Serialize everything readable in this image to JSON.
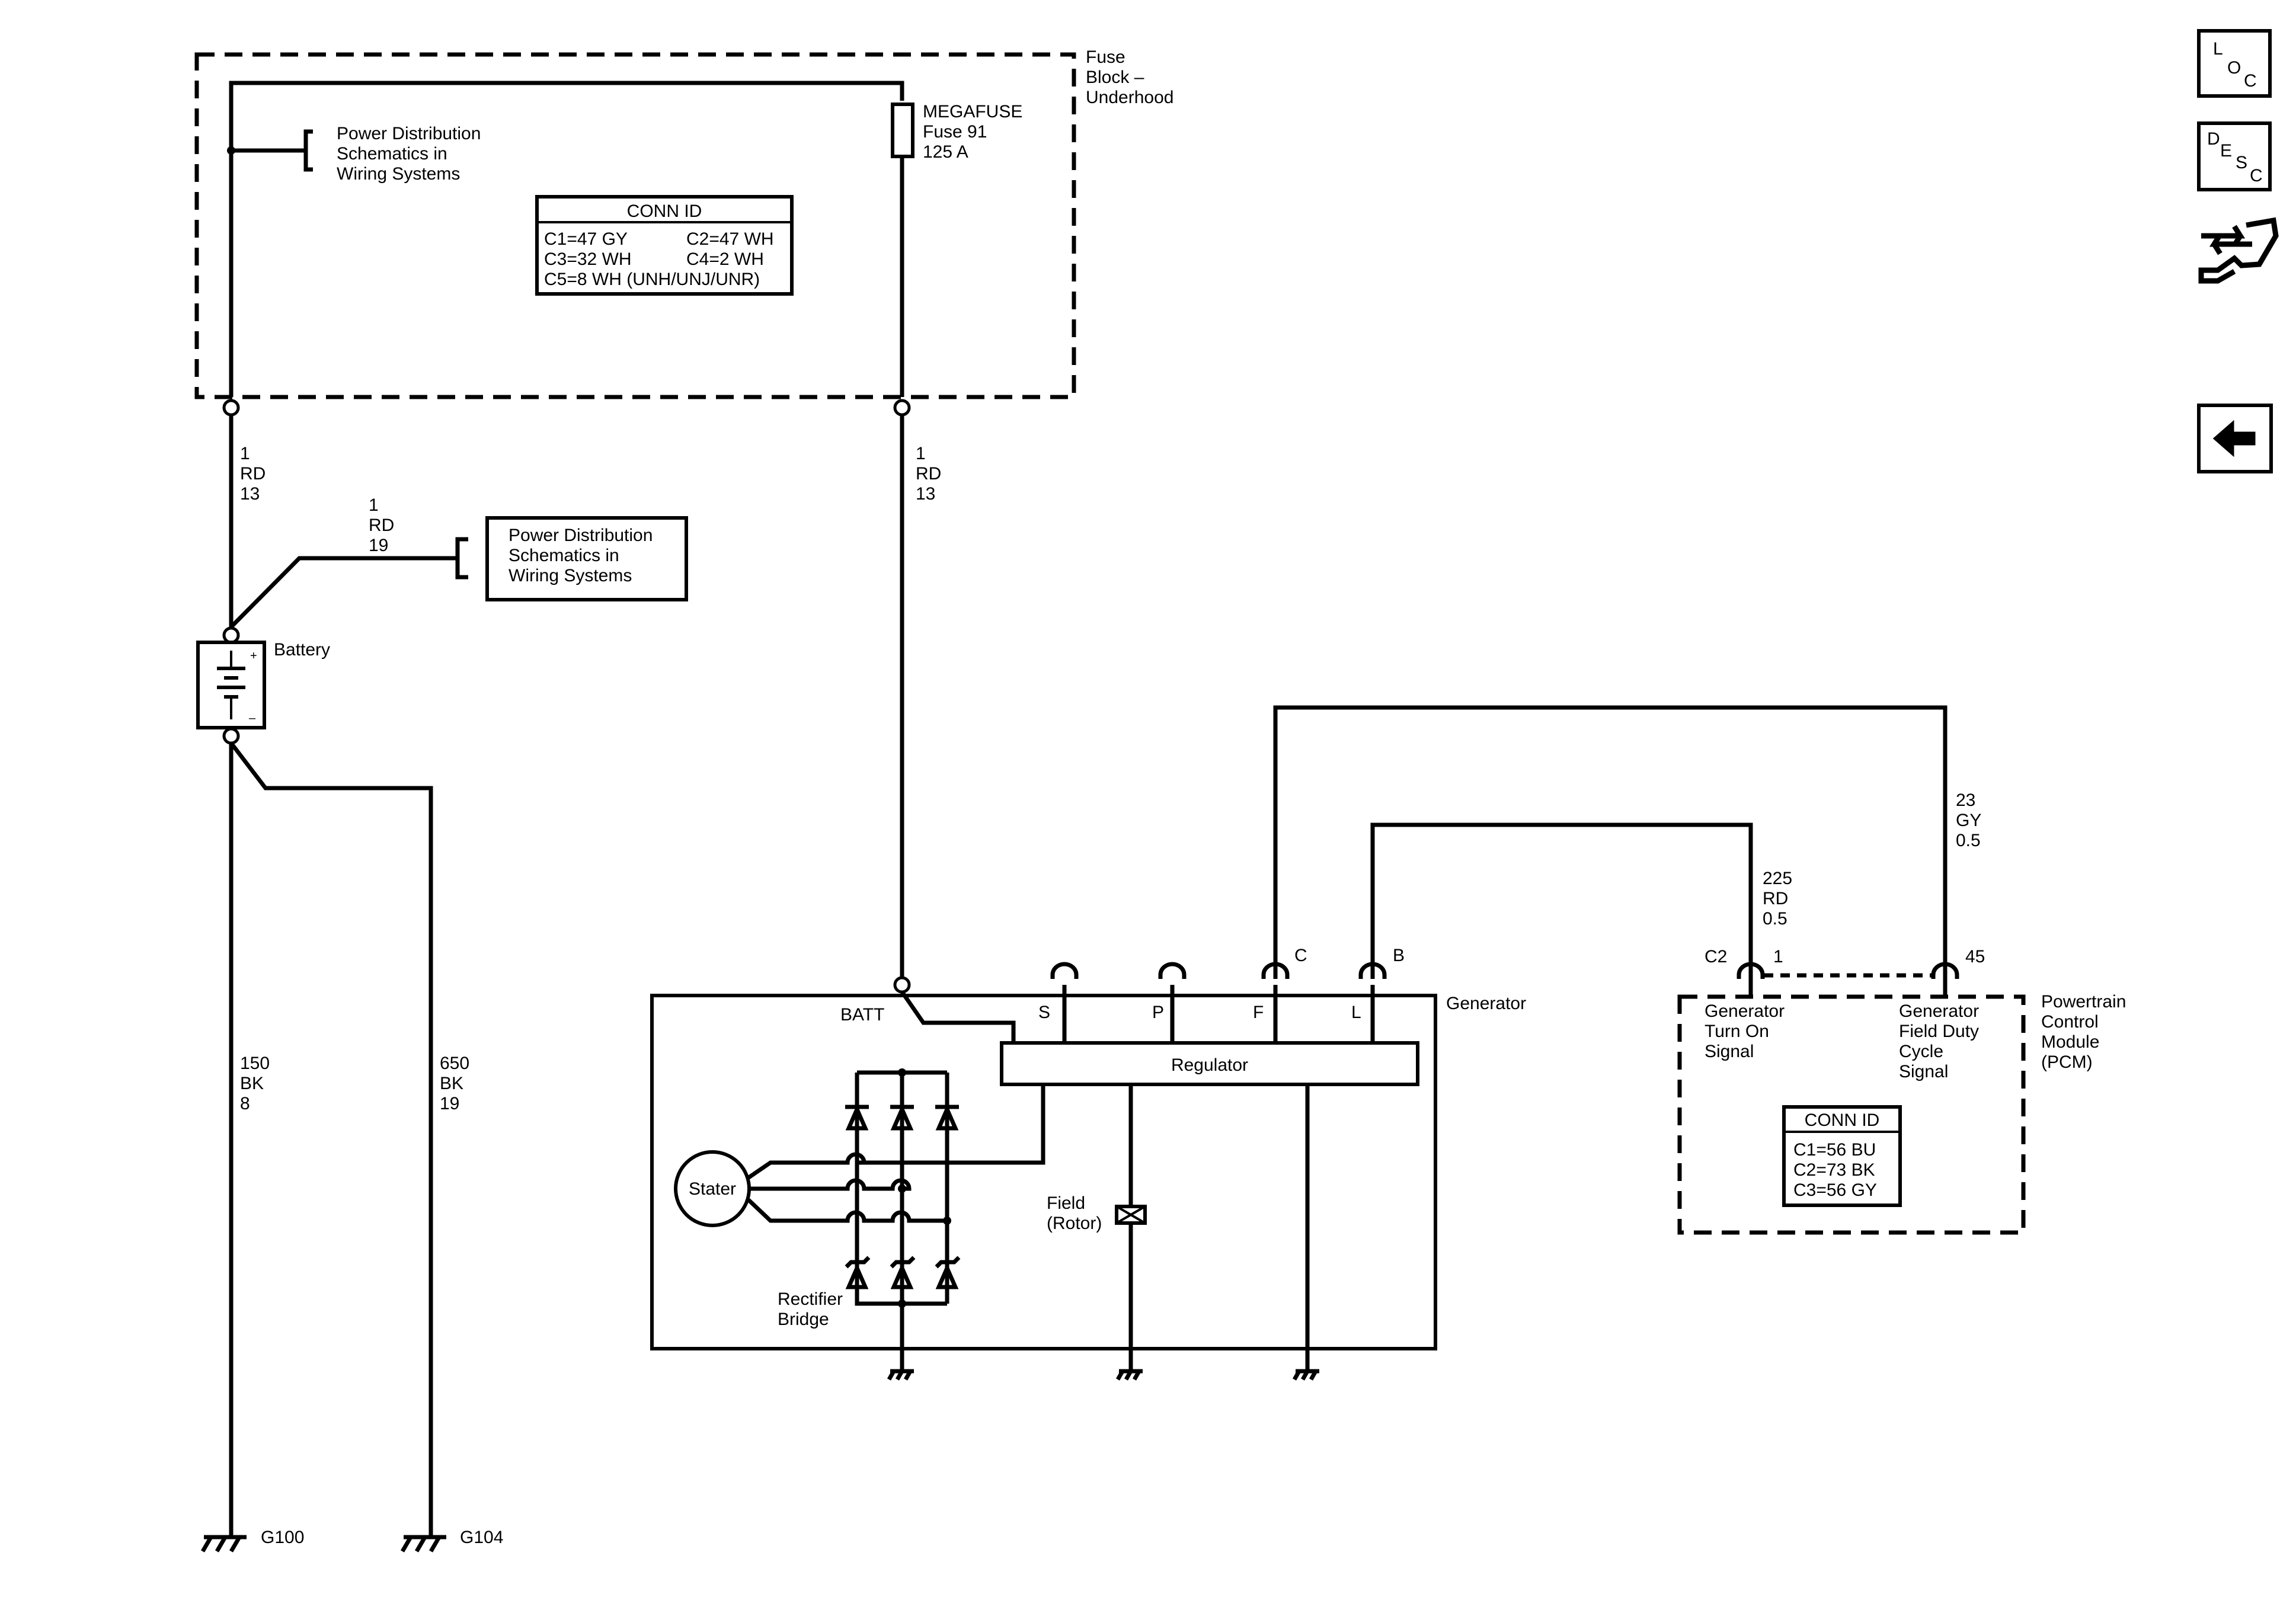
{
  "fuse_block": {
    "label_lines": [
      "Fuse",
      "Block –",
      "Underhood"
    ],
    "megafuse_lines": [
      "MEGAFUSE",
      "Fuse 91",
      "125 A"
    ],
    "power_dist_lines": [
      "Power Distribution",
      "Schematics in",
      "Wiring Systems"
    ],
    "conn_id": {
      "title": "CONN ID",
      "rows": [
        [
          "C1=47 GY",
          "C2=47 WH"
        ],
        [
          "C3=32 WH",
          "C4=2 WH"
        ],
        [
          "C5=8 WH (UNH/UNJ/UNR)",
          ""
        ]
      ]
    }
  },
  "wires": {
    "left_main": [
      "1",
      "RD",
      "13"
    ],
    "right_main": [
      "1",
      "RD",
      "13"
    ],
    "battery_branch": [
      "1",
      "RD",
      "19"
    ],
    "ground_g100": [
      "150",
      "BK",
      "8"
    ],
    "ground_g104": [
      "650",
      "BK",
      "19"
    ],
    "gen_turn_on": [
      "225",
      "RD",
      "0.5"
    ],
    "field_duty": [
      "23",
      "GY",
      "0.5"
    ]
  },
  "battery": {
    "label": "Battery",
    "plus": "+",
    "minus": "–"
  },
  "power_dist_box": {
    "lines": [
      "Power Distribution",
      "Schematics in",
      "Wiring Systems"
    ]
  },
  "grounds": {
    "g100": "G100",
    "g104": "G104"
  },
  "generator": {
    "label": "Generator",
    "batt_label": "BATT",
    "terminals": [
      "S",
      "P",
      "F",
      "L"
    ],
    "term_c": "C",
    "term_b": "B",
    "regulator": "Regulator",
    "stater": "Stater",
    "field_lines": [
      "Field",
      "(Rotor)"
    ],
    "rectifier_lines": [
      "Rectifier",
      "Bridge"
    ]
  },
  "pcm": {
    "label_lines": [
      "Powertrain",
      "Control",
      "Module",
      "(PCM)"
    ],
    "conn_c2": "C2",
    "pin_1": "1",
    "pin_45": "45",
    "turn_on_lines": [
      "Generator",
      "Turn On",
      "Signal"
    ],
    "field_duty_lines": [
      "Generator",
      "Field Duty",
      "Cycle",
      "Signal"
    ],
    "conn_id": {
      "title": "CONN ID",
      "rows": [
        "C1=56 BU",
        "C2=73 BK",
        "C3=56 GY"
      ]
    }
  },
  "nav_icons": {
    "loc": [
      "L",
      "O",
      "C"
    ],
    "desc": [
      "D",
      "E",
      "S",
      "C"
    ]
  }
}
